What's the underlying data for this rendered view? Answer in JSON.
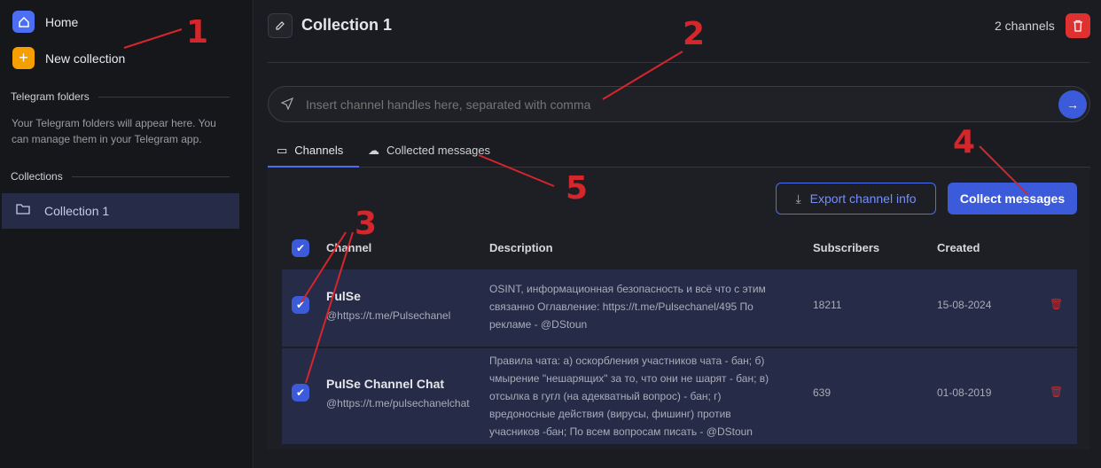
{
  "sidebar": {
    "home": "Home",
    "new_collection": "New collection",
    "telegram_folders": "Telegram folders",
    "folders_hint": "Your Telegram folders will appear here. You can manage them in your Telegram app.",
    "collections": "Collections",
    "items": [
      {
        "label": "Collection 1"
      }
    ]
  },
  "header": {
    "title": "Collection 1",
    "count": "2 channels"
  },
  "input": {
    "placeholder": "Insert channel handles here, separated with comma"
  },
  "tabs": [
    {
      "label": "Channels"
    },
    {
      "label": "Collected messages"
    }
  ],
  "actions": {
    "export": "Export channel info",
    "collect": "Collect messages"
  },
  "table": {
    "headers": [
      "Channel",
      "Description",
      "Subscribers",
      "Created"
    ],
    "rows": [
      {
        "name": "PulSe",
        "handle": "@https://t.me/Pulsechanel",
        "description": "OSINT, информационная безопасность и всё что с этим связанно Оглавление: https://t.me/Pulsechanel/495 По рекламе - @DStoun",
        "subscribers": "18211",
        "created": "15-08-2024"
      },
      {
        "name": "PulSe Channel Chat",
        "handle": "@https://t.me/pulsechanelchat",
        "description": "Правила чата: а) оскорбления участников чата - бан; б) чмырение \"нешарящих\" за то, что они не шарят - бан; в) отсылка в гугл (на адекватный вопрос) - бан; г) вредоносные действия (вирусы, фишинг) против учасников -бан; По всем вопросам писать - @DStoun",
        "subscribers": "639",
        "created": "01-08-2019"
      }
    ]
  },
  "annotations": [
    "1",
    "2",
    "3",
    "4",
    "5"
  ],
  "colors": {
    "accent": "#3b5bdb",
    "danger": "#e03131",
    "warn": "#f59f00",
    "annotation": "#d5262b"
  }
}
